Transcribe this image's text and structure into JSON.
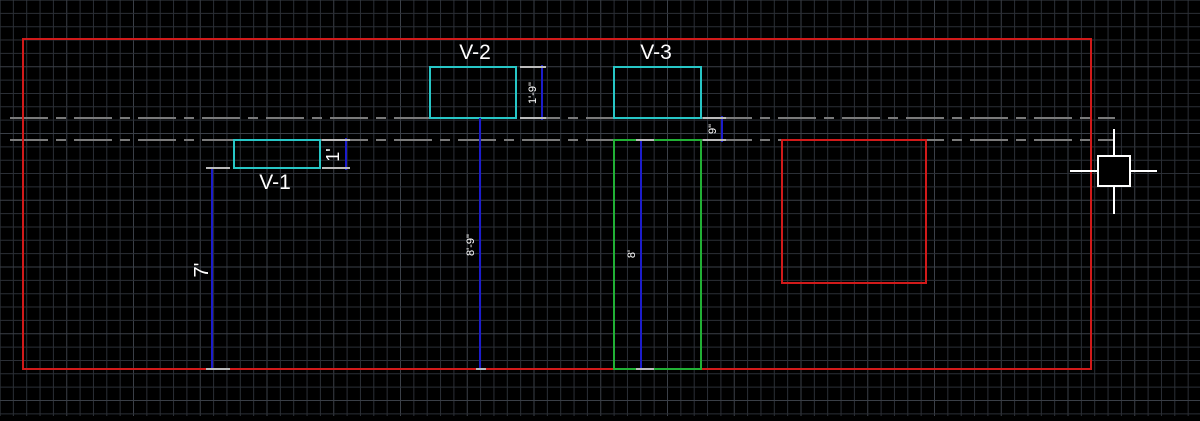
{
  "drawing": {
    "background_color": "#000000",
    "grid_color": "#2b2f36",
    "grid_major_color": "#3a3f47",
    "colors": {
      "wall_outline": "#d11a1a",
      "window_outline": "#27c6c6",
      "door_outline": "#21b035",
      "dimension_line": "#1c1ccc",
      "centerline": "#7a7a7a",
      "dimension_text": "#ffffff",
      "crosshair": "#ffffff"
    },
    "windows": [
      {
        "label": "V-1",
        "height_dim": "1'",
        "sill_height_dim": "7'"
      },
      {
        "label": "V-2",
        "height_dim": "1'-9\"",
        "sill_height_dim": "8'-9\""
      },
      {
        "label": "V-3",
        "height_dim": "9\""
      }
    ],
    "door": {
      "height_dim": "8'"
    },
    "crosshair_icon": "cad-crosshair-cursor-icon"
  }
}
